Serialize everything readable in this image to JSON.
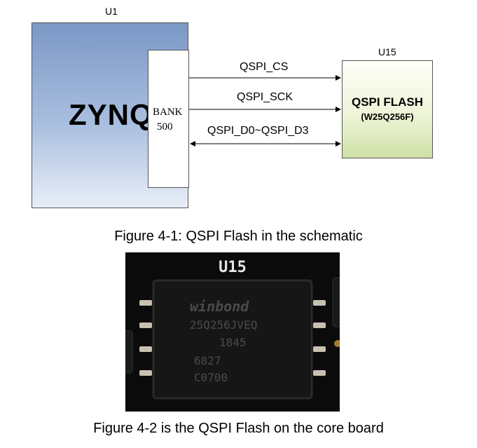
{
  "schematic": {
    "u1_label": "U1",
    "u15_label": "U15",
    "zynq_label": "ZYNQ",
    "bank_line1": "BANK",
    "bank_line2": "500",
    "flash_title": "QSPI FLASH",
    "flash_part": "(W25Q256F)",
    "signals": {
      "cs": "QSPI_CS",
      "sck": "QSPI_SCK",
      "data": "QSPI_D0~QSPI_D3"
    }
  },
  "photo": {
    "silkscreen": "U15",
    "chip_lines": [
      "winbond",
      "25Q256JVEQ",
      "1845",
      "6827",
      "C0700"
    ]
  },
  "captions": {
    "figure1": "Figure 4-1: QSPI Flash in the schematic",
    "figure2": "Figure 4-2 is the QSPI Flash on the core board"
  }
}
